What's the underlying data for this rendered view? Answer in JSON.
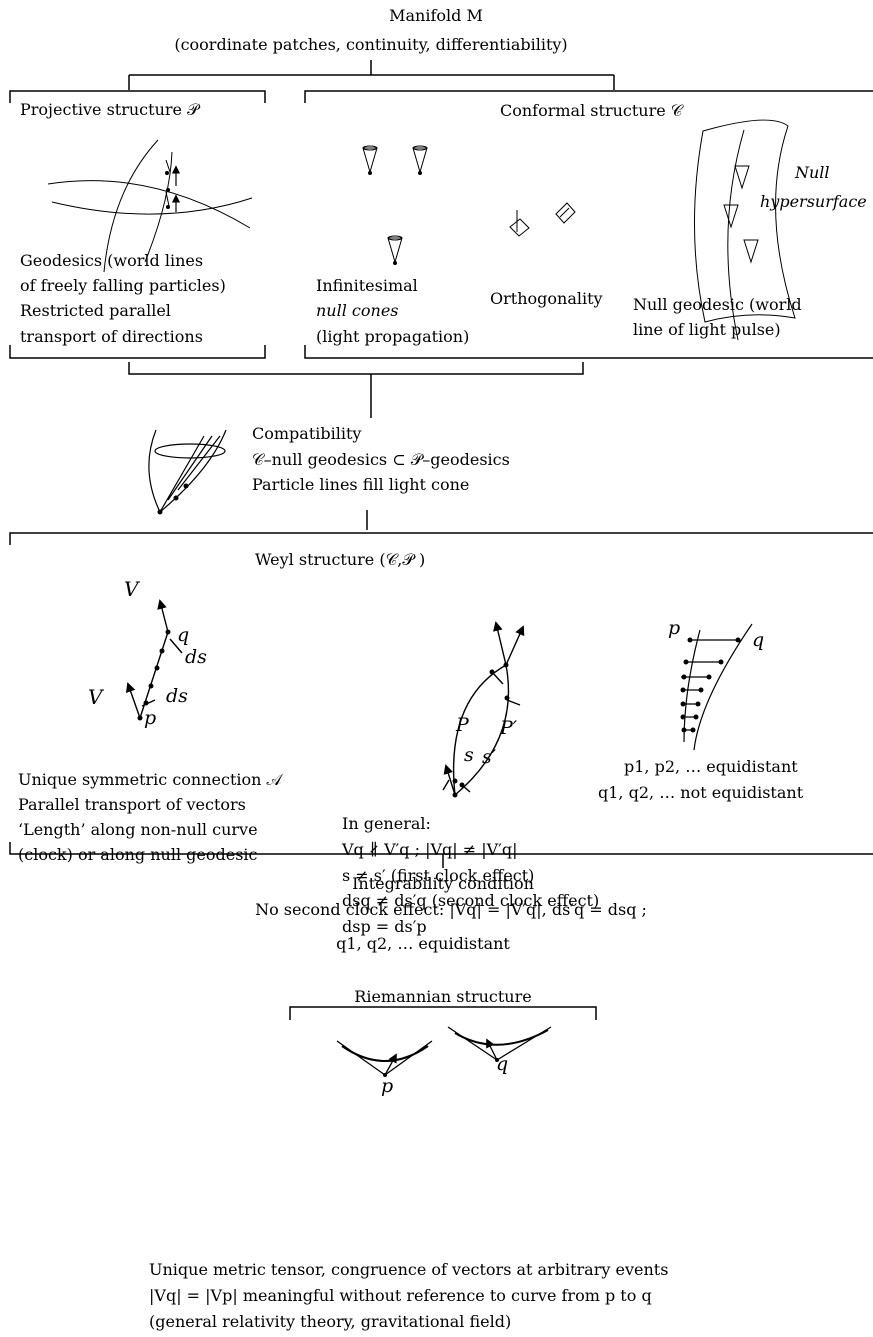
{
  "manifold": {
    "title": "Manifold M",
    "subtitle": "(coordinate patches, continuity, differentiability)"
  },
  "projective": {
    "title": "Projective structure 𝒫",
    "line1": "Geodesics (world lines",
    "line2": "of freely falling particles)",
    "line3": "Restricted parallel",
    "line4": "transport of directions"
  },
  "conformal": {
    "title": "Conformal structure 𝒞",
    "cones1": "Infinitesimal",
    "cones2": "null cones",
    "cones3": "(light propagation)",
    "orth": "Orthogonality",
    "null1": "Null geodesic (world",
    "null2": "line of light pulse)",
    "hyp1": "Null",
    "hyp2": "hypersurface"
  },
  "compat": {
    "line1": "Compatibility",
    "line2": "𝒞–null geodesics ⊂ 𝒫–geodesics",
    "line3": "Particle lines fill light cone"
  },
  "weyl": {
    "title": "Weyl structure (𝒞,𝒫 )",
    "left1": "Unique symmetric connection 𝒜",
    "left2": "Parallel transport of vectors",
    "left3": "‘Length’ along non-null curve",
    "left4": "(clock) or along null geodesic",
    "gen0": "In general:",
    "gen1": "Vq ∦ V′q ; |Vq| ≠ |V′q|",
    "gen2": "s ≠ s′ (first clock effect)",
    "gen3": "dsq ≠ ds′q (second clock effect)",
    "gen4": "dsp = ds′p",
    "eq1": "p1, p2, … equidistant",
    "eq2": "q1, q2, … not equidistant"
  },
  "integrability": {
    "line1": "Integrability condition",
    "line2": "No second clock effect: |Vq| = |V′q|, ds′q = dsq ;",
    "line3": "q1, q2, … equidistant"
  },
  "riemann": {
    "title": "Riemannian structure",
    "line1": "Unique metric tensor, congruence of vectors at arbitrary events",
    "line2": "|Vq| = |Vp| meaningful without reference to curve from p to q",
    "line3": "(general relativity theory, gravitational field)"
  },
  "labels": {
    "Vq": "V",
    "q": "q",
    "p": "p",
    "dsq": "ds",
    "dsp": "ds",
    "Vp": "V",
    "P": "P",
    "Pp": "P′",
    "s": "s",
    "sp": "s′",
    "pn": "p",
    "qn": "q",
    "p2": "p",
    "q2": "q",
    "p1": "p",
    "q1": "q"
  }
}
